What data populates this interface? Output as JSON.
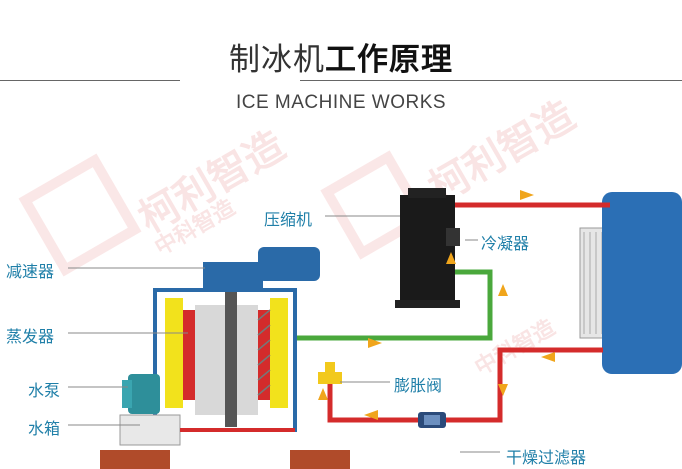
{
  "header": {
    "title_light": "制冰机",
    "title_bold": "工作原理",
    "subtitle": "ICE MACHINE WORKS"
  },
  "labels": {
    "compressor": "压缩机",
    "condenser": "冷凝器",
    "reducer": "减速器",
    "evaporator": "蒸发器",
    "pump": "水泵",
    "tank": "水箱",
    "expansion_valve": "膨胀阀",
    "filter_drier": "干燥过滤器"
  },
  "watermark": {
    "brand_script": "柯利智造",
    "brand_name": "中科智造"
  },
  "colors": {
    "hot_pipe": "#d42b2b",
    "return_pipe": "#4aa83c",
    "arrow": "#f0a51c",
    "condenser_blue": "#2b6fb5",
    "reducer_blue": "#2a6aa8",
    "drum_yellow": "#f2e21c",
    "label_blue": "#1f7fa8"
  }
}
